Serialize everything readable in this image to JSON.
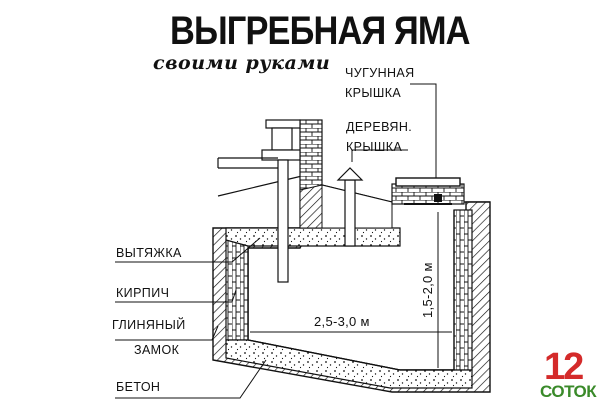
{
  "title": "ВЫГРЕБНАЯ ЯМА",
  "subtitle": "своими руками",
  "labels": {
    "cast_iron_lid_1": "ЧУГУННАЯ",
    "cast_iron_lid_2": "КРЫШКА",
    "wood_lid_1": "ДЕРЕВЯН.",
    "wood_lid_2": "КРЫШКА",
    "vent": "ВЫТЯЖКА",
    "brick": "КИРПИЧ",
    "clay_1": "ГЛИНЯНЫЙ",
    "clay_2": "ЗАМОК",
    "concrete": "БЕТОН"
  },
  "dimensions": {
    "width": "2,5-3,0 м",
    "depth": "1,5-2,0 м"
  },
  "logo": {
    "number": "12",
    "word": "СОТОК"
  },
  "colors": {
    "ink": "#111111",
    "logo_number": "#d42a2a",
    "logo_word": "#3a8a2a"
  }
}
